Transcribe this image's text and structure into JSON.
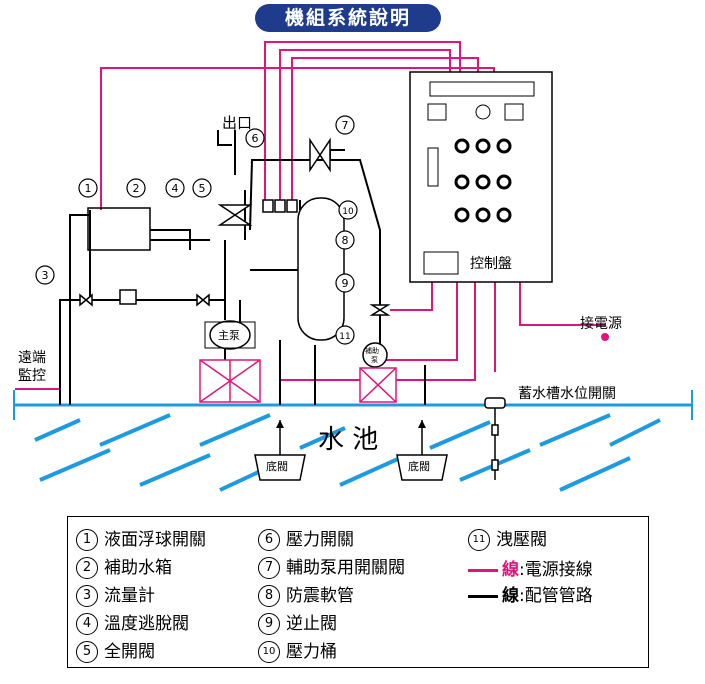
{
  "title": "機組系統說明",
  "diagram": {
    "label_outlet": "出口",
    "label_remote_1": "遠端",
    "label_remote_2": "監控",
    "label_main_pump": "主泵",
    "label_aux_pump_1": "補助",
    "label_aux_pump_2": "泵",
    "label_control_panel": "控制盤",
    "label_power_in": "接電源",
    "label_level_switch": "蓄水槽水位開關",
    "label_pool": "水 池",
    "label_foot_valve_left": "底閥",
    "label_foot_valve_right": "底閥",
    "callouts": [
      "1",
      "2",
      "3",
      "4",
      "5",
      "6",
      "7",
      "8",
      "9",
      "10",
      "11"
    ],
    "colors": {
      "power_line": "#e0147a",
      "pipe_line": "#000000",
      "water": "#1e9be0",
      "title_bg": "#1f3c8c",
      "base": "#e0147a"
    }
  },
  "legend": {
    "items": [
      {
        "num": "1",
        "text": "液面浮球開關"
      },
      {
        "num": "2",
        "text": "補助水箱"
      },
      {
        "num": "3",
        "text": "流量計"
      },
      {
        "num": "4",
        "text": "溫度逃脫閥"
      },
      {
        "num": "5",
        "text": "全開閥"
      },
      {
        "num": "6",
        "text": "壓力開關"
      },
      {
        "num": "7",
        "text": "輔助泵用開關閥"
      },
      {
        "num": "8",
        "text": "防震軟管"
      },
      {
        "num": "9",
        "text": "逆止閥"
      },
      {
        "num": "10",
        "text": "壓力桶"
      },
      {
        "num": "11",
        "text": "洩壓閥"
      }
    ],
    "power_line_key": "線",
    "power_line_text": ":電源接線",
    "pipe_line_key": "線",
    "pipe_line_text": ":配管管路"
  }
}
